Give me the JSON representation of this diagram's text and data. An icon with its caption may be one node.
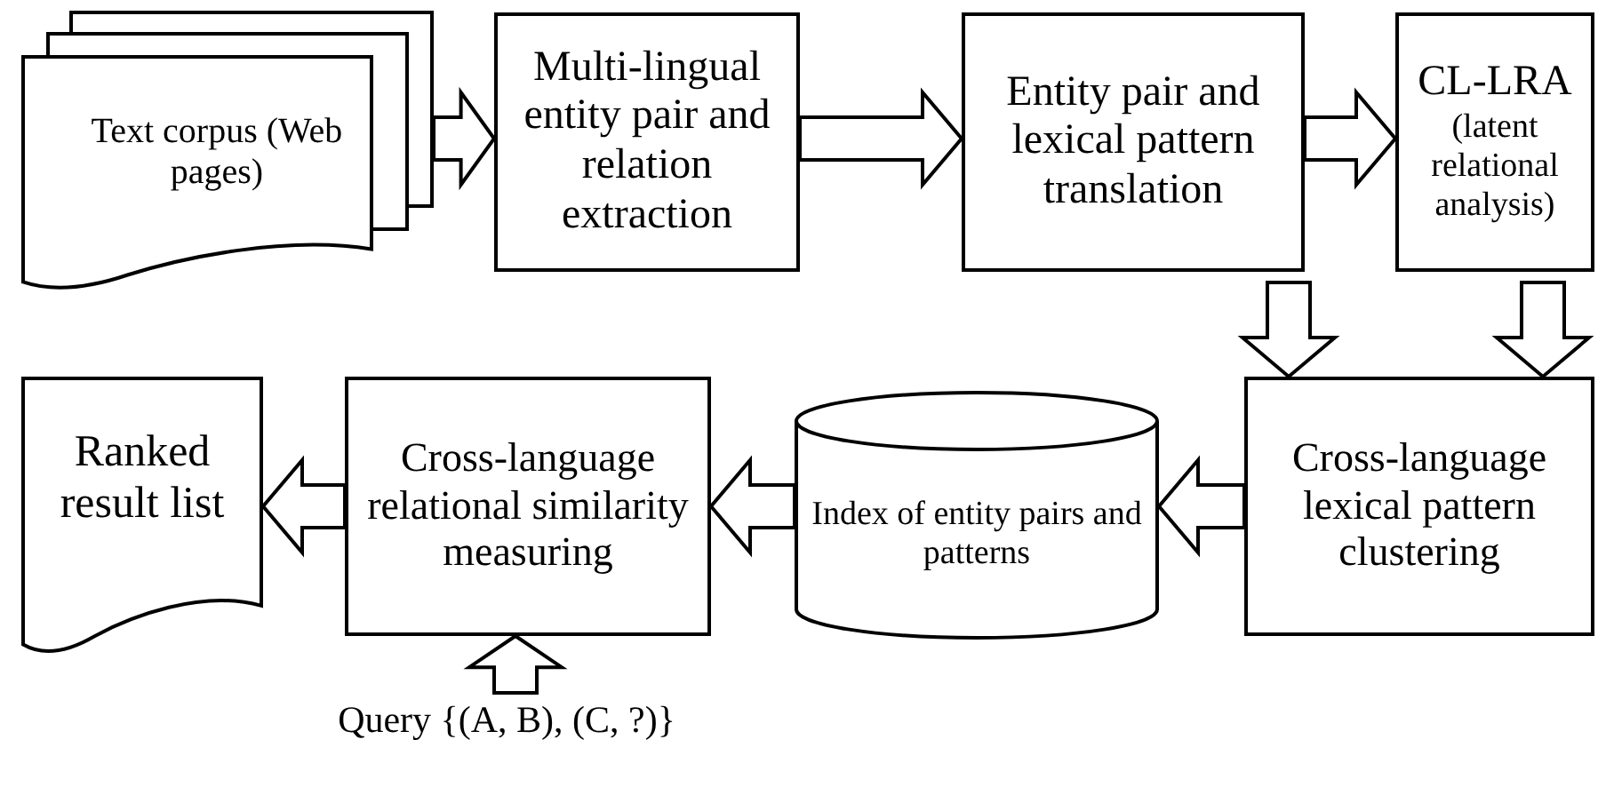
{
  "diagram": {
    "nodes": [
      {
        "text": [
          "Text corpus (Web pages)"
        ]
      },
      {
        "text": [
          "Multi-lingual entity pair and relation extraction"
        ]
      },
      {
        "text": [
          "Entity pair and lexical pattern translation"
        ]
      },
      {
        "text": [
          "CL-LRA",
          "(latent relational analysis)"
        ]
      },
      {
        "text": [
          "Cross-language lexical pattern clustering"
        ]
      },
      {
        "text": [
          "Index of entity pairs and patterns"
        ]
      },
      {
        "text": [
          "Cross-language relational similarity measuring"
        ]
      },
      {
        "text": [
          "Ranked result list"
        ]
      },
      {
        "text": [
          "Query {(A, B), (C, ?)}"
        ]
      }
    ],
    "edges": [
      {
        "from": 0,
        "to": 1,
        "arrow": "to"
      },
      {
        "from": 1,
        "to": 2,
        "arrow": "to"
      },
      {
        "from": 2,
        "to": 3,
        "arrow": "to"
      },
      {
        "from": 2,
        "to": 4,
        "arrow": "to"
      },
      {
        "from": 3,
        "to": 4,
        "arrow": "to"
      },
      {
        "from": 4,
        "to": 5,
        "arrow": "to"
      },
      {
        "from": 5,
        "to": 6,
        "arrow": "to"
      },
      {
        "from": 6,
        "to": 7,
        "arrow": "to"
      },
      {
        "from": 8,
        "to": 6,
        "arrow": "to"
      }
    ]
  }
}
